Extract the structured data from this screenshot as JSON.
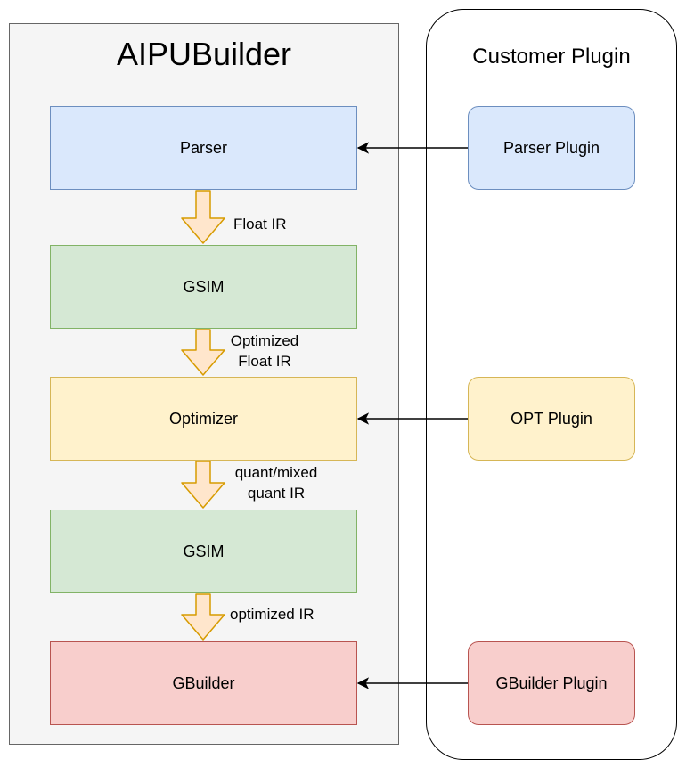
{
  "aipu": {
    "title": "AIPUBuilder",
    "parser": "Parser",
    "gsim1": "GSIM",
    "optimizer": "Optimizer",
    "gsim2": "GSIM",
    "gbuilder": "GBuilder"
  },
  "edges": {
    "float_ir": "Float IR",
    "optimized_float_ir_1": "Optimized",
    "optimized_float_ir_2": "Float IR",
    "quant_ir_1": "quant/mixed",
    "quant_ir_2": "quant IR",
    "optimized_ir": "optimized IR"
  },
  "plugins": {
    "title": "Customer Plugin",
    "parser_plugin": "Parser Plugin",
    "opt_plugin": "OPT Plugin",
    "gbuilder_plugin": "GBuilder Plugin"
  },
  "colors": {
    "blue_fill": "#dae8fc",
    "blue_stroke": "#6c8ebf",
    "green_fill": "#d5e8d4",
    "green_stroke": "#82b366",
    "yellow_fill": "#fff2cc",
    "yellow_stroke": "#d6b656",
    "red_fill": "#f8cecc",
    "red_stroke": "#b85450",
    "flow_arrow_fill": "#ffe6cc",
    "flow_arrow_stroke": "#d79b00"
  }
}
